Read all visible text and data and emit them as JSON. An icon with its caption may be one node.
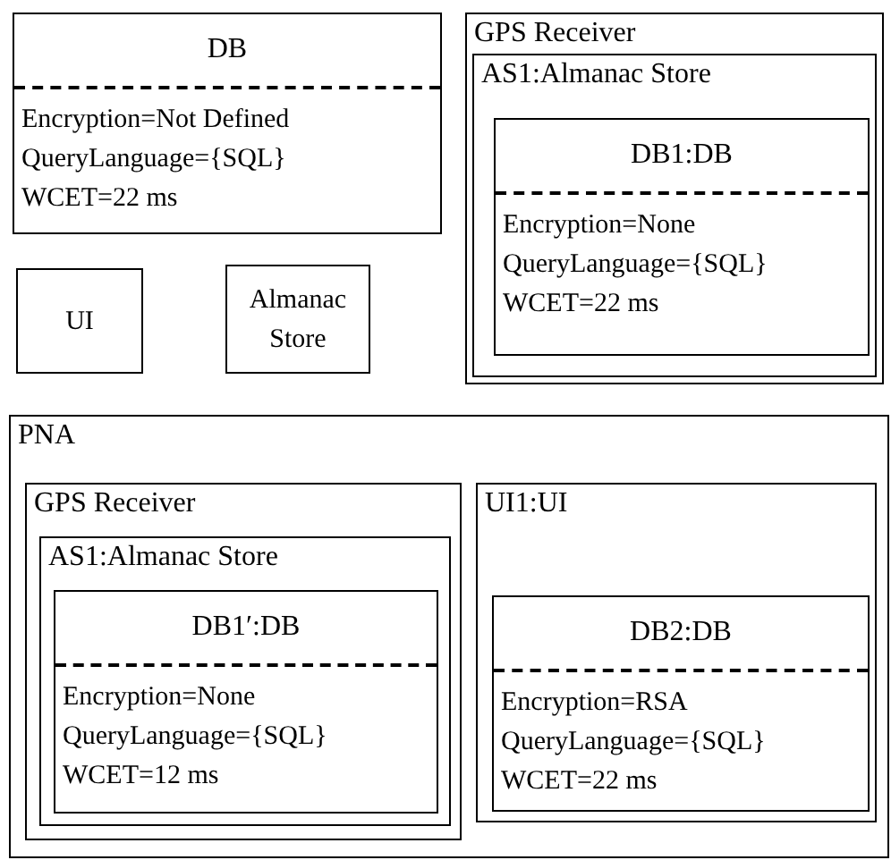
{
  "diagram": {
    "nodes": [
      {
        "text": [
          "DB",
          "Encryption=Not Defined",
          "QueryLanguage={SQL}",
          "WCET=22 ms"
        ]
      },
      {
        "text": [
          "UI"
        ]
      },
      {
        "text": [
          "Almanac Store"
        ]
      },
      {
        "text": [
          "GPS Receiver"
        ]
      },
      {
        "text": [
          "AS1:Almanac Store"
        ],
        "in": 3
      },
      {
        "text": [
          "DB1:DB",
          "Encryption=None",
          "QueryLanguage={SQL}",
          "WCET=22 ms"
        ],
        "in": 4
      },
      {
        "text": [
          "PNA"
        ]
      },
      {
        "text": [
          "GPS Receiver"
        ],
        "in": 6
      },
      {
        "text": [
          "AS1:Almanac Store"
        ],
        "in": 7
      },
      {
        "text": [
          "DB1′:DB",
          "Encryption=None",
          "QueryLanguage={SQL}",
          "WCET=12 ms"
        ],
        "in": 8
      },
      {
        "text": [
          "UI1:UI"
        ],
        "in": 6
      },
      {
        "text": [
          "DB2:DB",
          "Encryption=RSA",
          "QueryLanguage={SQL}",
          "WCET=22 ms"
        ],
        "in": 10
      }
    ]
  }
}
